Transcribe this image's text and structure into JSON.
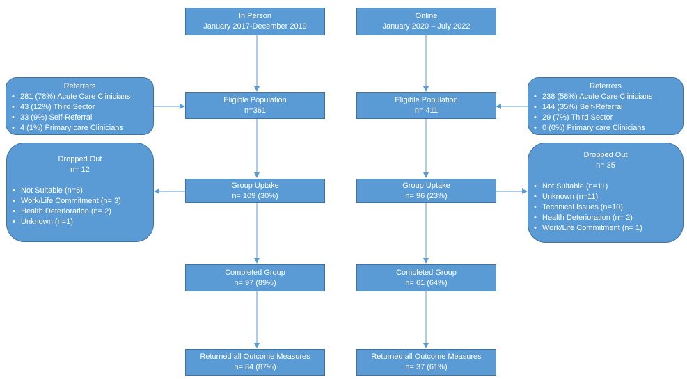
{
  "colors": {
    "box_fill": "#5b9bd5",
    "box_border": "#41719c",
    "arrow": "#5b9bd5"
  },
  "in_person": {
    "header": {
      "title": "In Person",
      "period": "January 2017-December 2019"
    },
    "eligible": {
      "title": "Eligible Population",
      "value": "n=361"
    },
    "uptake": {
      "title": "Group Uptake",
      "value": "n= 109 (30%)"
    },
    "completed": {
      "title": "Completed Group",
      "value": "n= 97 (89%)"
    },
    "returned": {
      "title": "Returned all Outcome Measures",
      "value": "n= 84 (87%)"
    },
    "referrers": {
      "title": "Referrers",
      "items": [
        "281 (78%) Acute Care Clinicians",
        "43 (12%) Third Sector",
        "33 (9%) Self-Referral",
        "4 (1%) Primary care Clinicians"
      ]
    },
    "dropped": {
      "title": "Dropped Out",
      "count": "n= 12",
      "items": [
        "Not Suitable (n=6)",
        "Work/Life Commitment  (n= 3)",
        "Health Deterioration (n= 2)",
        "Unknown  (n=1)"
      ]
    }
  },
  "online": {
    "header": {
      "title": "Online",
      "period": "January 2020 – July 2022"
    },
    "eligible": {
      "title": "Eligible Population",
      "value": "n= 411"
    },
    "uptake": {
      "title": "Group Uptake",
      "value": "n= 96 (23%)"
    },
    "completed": {
      "title": "Completed Group",
      "value": "n= 61 (64%)"
    },
    "returned": {
      "title": "Returned all Outcome Measures",
      "value": "n= 37 (61%)"
    },
    "referrers": {
      "title": "Referrers",
      "items": [
        "238 (58%) Acute Care Clinicians",
        "144 (35%) Self-Referral",
        "29 (7%) Third Sector",
        "0 (0%) Primary care Clinicians"
      ]
    },
    "dropped": {
      "title": "Dropped Out",
      "count": "n= 35",
      "items": [
        "Not Suitable (n=11)",
        "Unknown  (n=11)",
        "Technical Issues (n=10)",
        "Health Deterioration (n= 2)",
        "Work/Life Commitment  (n= 1)"
      ]
    }
  }
}
